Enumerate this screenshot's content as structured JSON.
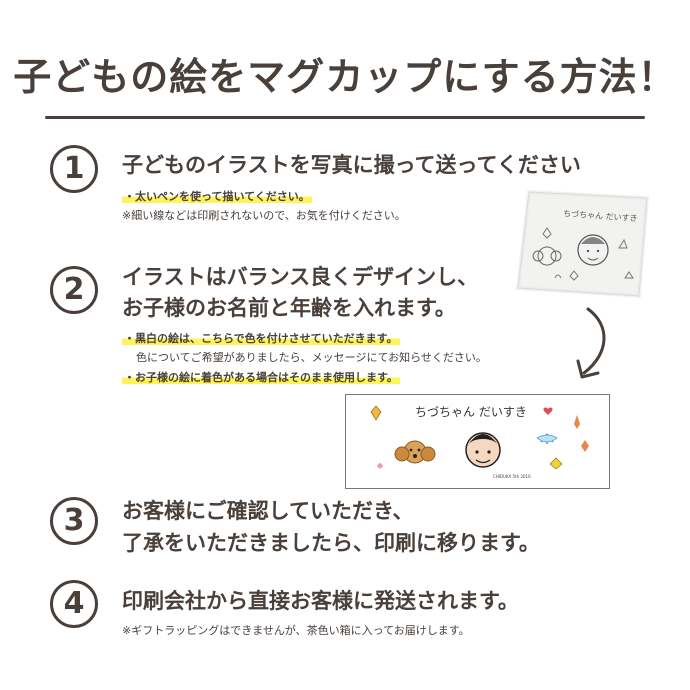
{
  "title": "子どもの絵をマグカップにする方法！",
  "steps": [
    {
      "number": "1",
      "heading": "子どものイラストを写真に撮って送ってください",
      "notes": [
        "・太いペンを使って描いてください。",
        "※細い線などは印刷されないので、お気を付けください。"
      ]
    },
    {
      "number": "2",
      "heading_lines": [
        "イラストはバランス良くデザインし、",
        "お子様のお名前と年齢を入れます。"
      ],
      "notes": [
        "・黒白の絵は、こちらで色を付けさせていただきます。",
        "色についてご希望がありましたら、メッセージにてお知らせください。",
        "・お子様の絵に着色がある場合はそのまま使用します。"
      ]
    },
    {
      "number": "3",
      "heading_lines": [
        "お客様にご確認していただき、",
        "了承をいただきましたら、印刷に移ります。"
      ]
    },
    {
      "number": "4",
      "heading": "印刷会社から直接お客様に発送されます。",
      "notes": [
        "※ギフトラッピングはできませんが、茶色い箱に入ってお届けします。"
      ]
    }
  ],
  "photo_text": "ちづちゃん だいすき",
  "design_text": "ちづちゃん だいすき",
  "design_small_text": "CHIDUKA 5th 2016",
  "colors": {
    "text": "#4a403b",
    "highlight": "#fff35a"
  }
}
